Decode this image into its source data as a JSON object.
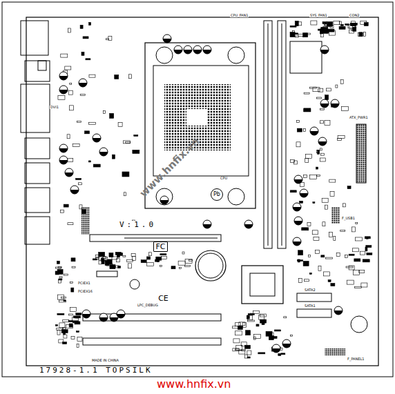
{
  "diagram": {
    "caption": "17928-1.1 TOPSILK",
    "nodes": [
      {
        "text": [
          "FC"
        ]
      },
      {
        "text": [
          "CE"
        ]
      },
      {
        "text": [
          "Pb"
        ]
      }
    ],
    "labels": [
      "CPU_FAN1",
      "SYS_FAN1",
      "CON2",
      "DVI1",
      "PCIEX1",
      "PCIEX16",
      "LPC_DEBUG",
      "SATA1",
      "SATA2",
      "F_USB1",
      "ATX_PWR1",
      "F_PANEL1",
      "MADE IN CHINA",
      "CPU",
      "V:1.0",
      "www.hnfix.vn",
      "www.hnfix.vn"
    ]
  }
}
